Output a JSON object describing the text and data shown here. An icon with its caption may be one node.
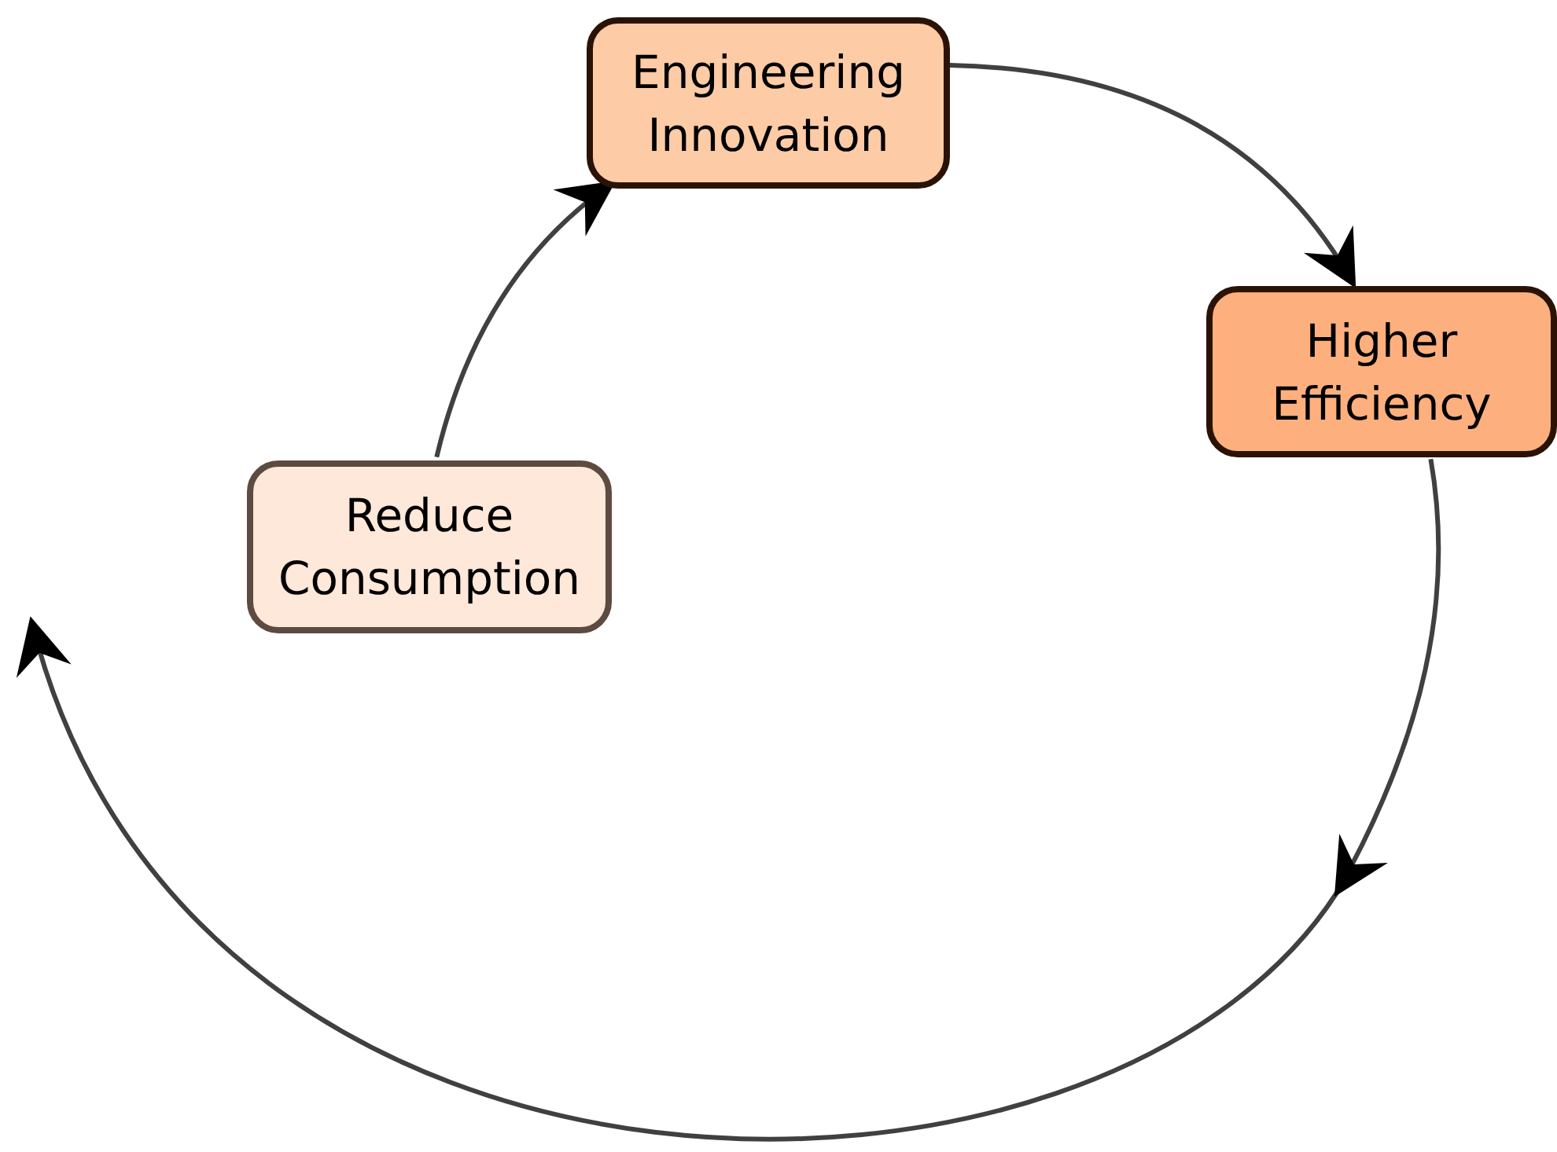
{
  "diagram": {
    "nodes": [
      {
        "text": [
          "Engineering Innovation"
        ]
      },
      {
        "text": [
          "Higher Efficiency"
        ]
      },
      {
        "text": [
          "Reduce Consumption"
        ]
      }
    ],
    "edges": [
      {
        "from": 2,
        "to": 0,
        "arrow": "to"
      },
      {
        "from": 0,
        "to": 1,
        "arrow": "to"
      },
      {
        "from": 1,
        "to": null,
        "arrow": "to"
      }
    ]
  }
}
